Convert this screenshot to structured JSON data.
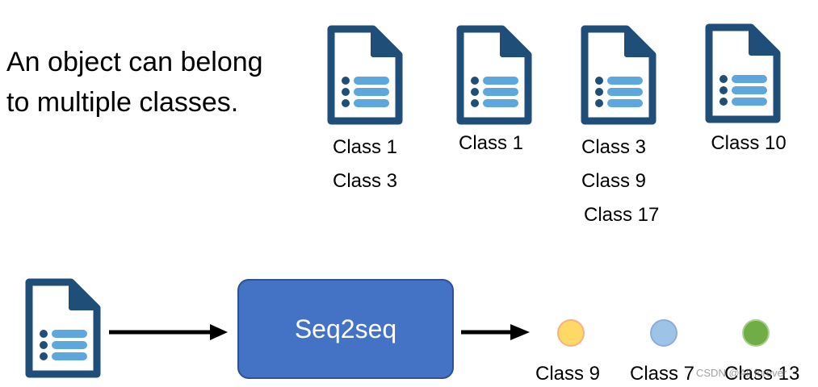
{
  "statement": {
    "line1": "An object can belong",
    "line2": "to multiple classes."
  },
  "examples": [
    {
      "labels": [
        "Class 1",
        "Class 3"
      ]
    },
    {
      "labels": [
        "Class 1"
      ]
    },
    {
      "labels": [
        "Class 3",
        "Class 9",
        "Class 17"
      ]
    },
    {
      "labels": [
        "Class 10"
      ]
    }
  ],
  "model": {
    "label": "Seq2seq"
  },
  "outputs": [
    {
      "label": "Class 9",
      "fill": "#ffd966",
      "stroke": "#f4b183"
    },
    {
      "label": "Class 7",
      "fill": "#9dc3e6",
      "stroke": "#8faadc"
    },
    {
      "label": "Class 13",
      "fill": "#70ad47",
      "stroke": "#a9d18e"
    }
  ],
  "colors": {
    "doc_outline": "#1f4e79",
    "doc_lines": "#5ea7dc",
    "box": "#4472c4"
  },
  "watermark": "CSDN @Ali forever"
}
